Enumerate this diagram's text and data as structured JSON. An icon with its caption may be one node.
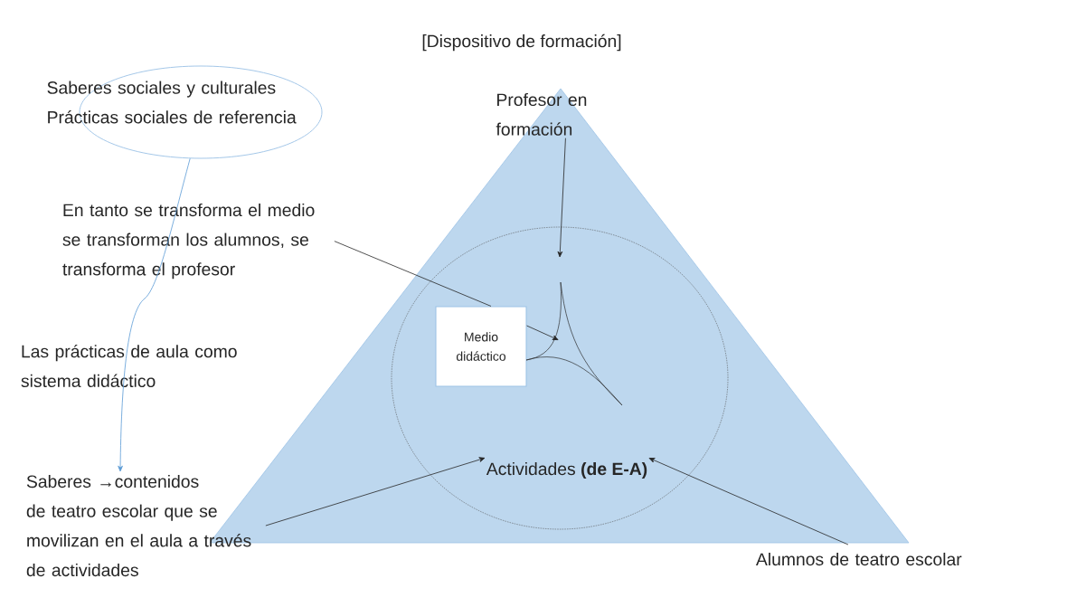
{
  "diagram": {
    "title": "[Dispositivo de formación]",
    "nodes": [
      {
        "text": [
          "Saberes sociales y culturales Prácticas sociales de referencia"
        ]
      },
      {
        "text": [],
        "shape": "triangle"
      },
      {
        "text": [
          "Profesor en formación"
        ],
        "in": 1
      },
      {
        "text": [
          "En tanto se transforma el medio se transforman los alumnos, se transforma el profesor"
        ]
      },
      {
        "text": [],
        "shape": "circle",
        "in": 1
      },
      {
        "text": [
          "Medio didáctico"
        ],
        "in": 4
      },
      {
        "text": [
          "Actividades **(de E-A)**"
        ],
        "in": 4
      },
      {
        "text": [
          "Las prácticas de aula como sistema didáctico"
        ]
      },
      {
        "text": [
          "Saberes →contenidos de teatro escolar que se movilizan en el aula a través de actividades"
        ]
      },
      {
        "text": [
          "Alumnos de teatro escolar"
        ]
      }
    ],
    "edges": [
      {
        "from": 0,
        "to": 8,
        "arrow": "to",
        "color": "#5b9bd5"
      },
      {
        "from": 2,
        "to": 4,
        "arrow": "to"
      },
      {
        "from": 3,
        "to": 5,
        "arrow": "none"
      },
      {
        "from": 5,
        "to": null,
        "arrow": "to"
      },
      {
        "from": 8,
        "to": 6,
        "arrow": "to"
      },
      {
        "from": 9,
        "to": 6,
        "arrow": "to"
      }
    ]
  }
}
